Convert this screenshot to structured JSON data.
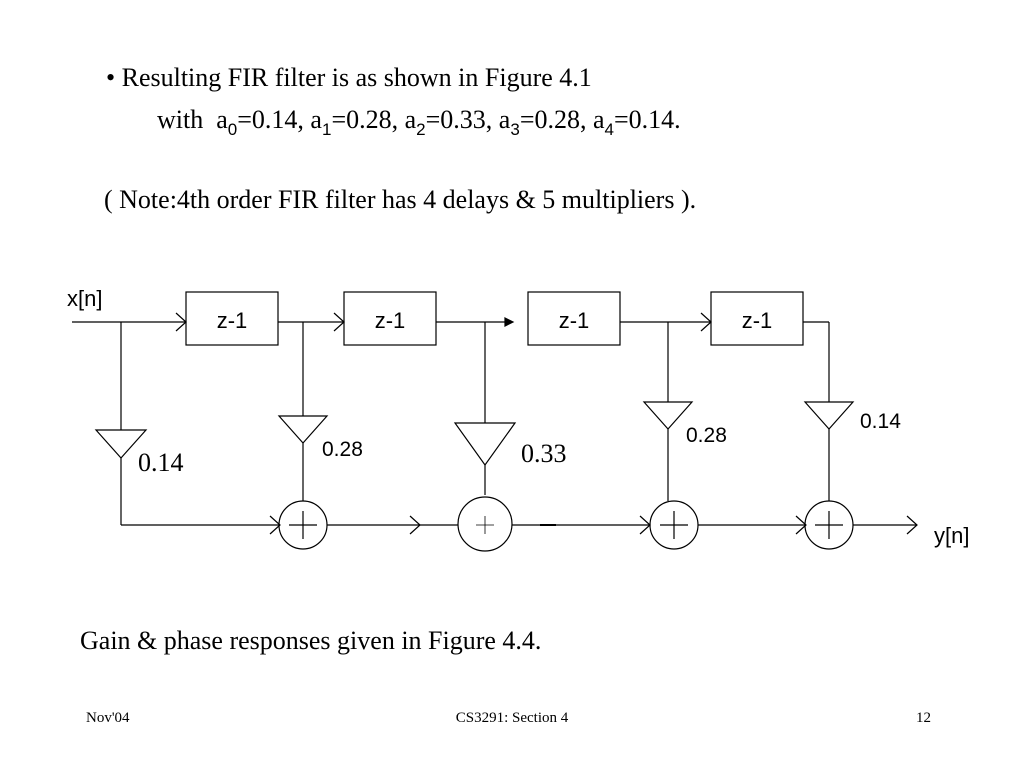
{
  "text": {
    "bullet_line": "• Resulting FIR filter is as shown in Figure 4.1",
    "with_label": "with",
    "coefficients": [
      {
        "sym": "a",
        "sub": "0",
        "val": "=0.14,"
      },
      {
        "sym": "a",
        "sub": "1",
        "val": "=0.28,"
      },
      {
        "sym": "a",
        "sub": "2",
        "val": "=0.33,"
      },
      {
        "sym": "a",
        "sub": "3",
        "val": "=0.28,"
      },
      {
        "sym": "a",
        "sub": "4",
        "val": "=0.14."
      }
    ],
    "note": "( Note:4th order FIR filter has 4 delays & 5 multipliers ).",
    "gain_phase": "Gain & phase responses given in Figure 4.4."
  },
  "diagram": {
    "input_label": "x[n]",
    "output_label": "y[n]",
    "delays": [
      "z-1",
      "z-1",
      "z-1",
      "z-1"
    ],
    "gains": [
      "0.14",
      "0.28",
      "0.33",
      "0.28",
      "0.14"
    ]
  },
  "footer": {
    "left": "Nov'04",
    "center": "CS3291: Section 4",
    "right": "12"
  }
}
